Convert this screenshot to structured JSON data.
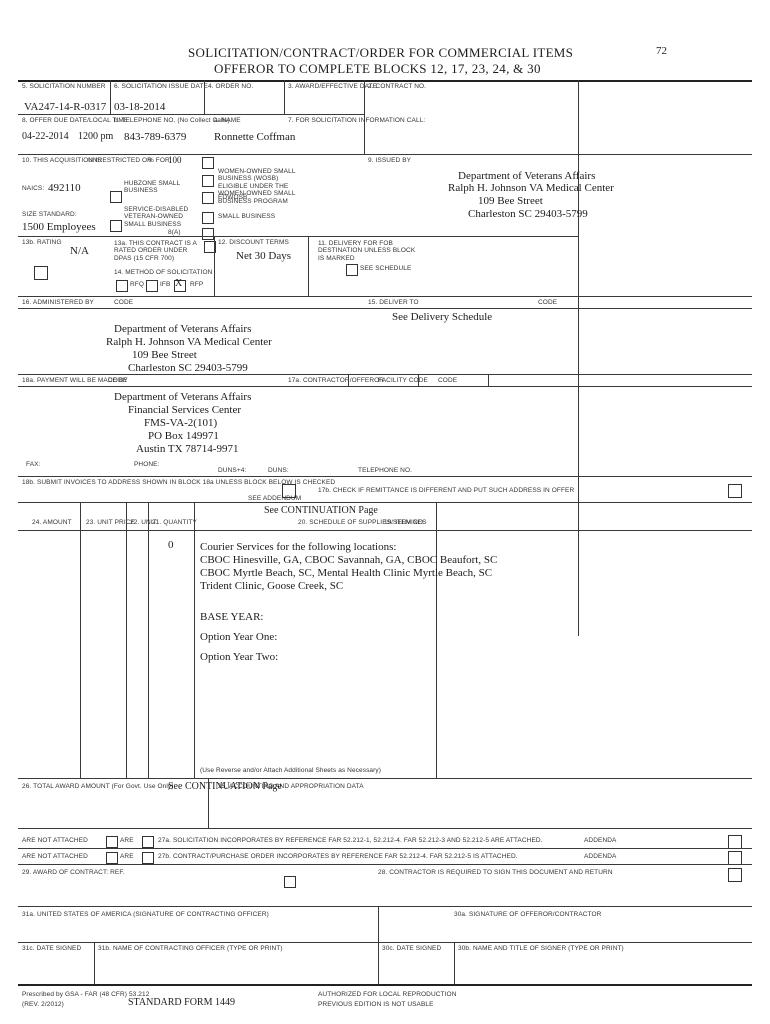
{
  "form": {
    "title": "SOLICITATION/CONTRACT/ORDER FOR COMMERCIAL ITEMS",
    "subtitle": "OFFEROR TO COMPLETE BLOCKS 12, 17, 23, 24, & 30",
    "page_of": "72",
    "footer_form": "STANDARD FORM 1449",
    "footer_rev": "(REV. 2/2012)",
    "footer_prescribed": "Prescribed by GSA - FAR (48 CFR) 53.212",
    "footer_auth": "AUTHORIZED FOR LOCAL REPRODUCTION",
    "footer_prev": "PREVIOUS EDITION IS NOT USABLE"
  },
  "labels": {
    "b2": "2. CONTRACT NO.",
    "b3": "3. AWARD/EFFECTIVE DATE",
    "b4": "4. ORDER NO.",
    "b5": "5. SOLICITATION NUMBER",
    "b6": "6. SOLICITATION ISSUE DATE",
    "b7": "7. FOR SOLICITATION INFORMATION CALL:",
    "b7a": "a. NAME",
    "b7b": "b. TELEPHONE NO. (No Collect Calls)",
    "b8": "8. OFFER DUE DATE/LOCAL TIME",
    "b9": "9. ISSUED BY",
    "b10": "10. THIS ACQUISITION IS",
    "b11": "11. DELIVERY FOR FOB DESTINATION UNLESS BLOCK IS MARKED",
    "b11s": "SEE SCHEDULE",
    "b12": "12. DISCOUNT TERMS",
    "b13a": "13a. THIS CONTRACT IS A RATED ORDER UNDER DPAS (15 CFR 700)",
    "b13b": "13b. RATING",
    "b14": "14. METHOD OF SOLICITATION",
    "b15": "15. DELIVER TO",
    "b16": "16. ADMINISTERED BY",
    "b17a": "17a. CONTRACTOR/OFFEROR",
    "b18a": "18a. PAYMENT WILL BE MADE BY",
    "b17b": "17b. CHECK IF REMITTANCE IS DIFFERENT AND PUT SUCH ADDRESS IN OFFER",
    "b18b": "18b. SUBMIT INVOICES TO ADDRESS SHOWN IN BLOCK 18a UNLESS BLOCK BELOW IS CHECKED",
    "b19": "19. ITEM NO.",
    "b20": "20. SCHEDULE OF SUPPLIES/SERVICES",
    "b21": "21. QUANTITY",
    "b22": "22. UNIT",
    "b23": "23. UNIT PRICE",
    "b24": "24. AMOUNT",
    "b25": "25. ACCOUNTING AND APPROPRIATION DATA",
    "b26": "26. TOTAL AWARD AMOUNT (For Govt. Use Only)",
    "b27a": "27a. SOLICITATION INCORPORATES BY REFERENCE FAR 52.212-1, 52.212-4. FAR 52.212-3 AND 52.212-5 ARE ATTACHED.",
    "b27b": "27b. CONTRACT/PURCHASE ORDER INCORPORATES BY REFERENCE FAR 52.212-4. FAR 52.212-5 IS ATTACHED.",
    "addenda": "ADDENDA",
    "are": "ARE",
    "are_not": "ARE NOT ATTACHED",
    "b28": "28. CONTRACTOR IS REQUIRED TO SIGN THIS DOCUMENT AND RETURN",
    "b29": "29. AWARD OF CONTRACT: REF.",
    "b30a": "30a. SIGNATURE OF OFFEROR/CONTRACTOR",
    "b31a": "31a. UNITED STATES OF AMERICA (SIGNATURE OF CONTRACTING OFFICER)",
    "b30b": "30b. NAME AND TITLE OF SIGNER (TYPE OR PRINT)",
    "b30c": "30c. DATE SIGNED",
    "b31b": "31b. NAME OF CONTRACTING OFFICER (TYPE OR PRINT)",
    "b31c": "31c. DATE SIGNED",
    "code": "CODE",
    "facility_code": "FACILITY CODE",
    "telephone": "TELEPHONE NO.",
    "duns": "DUNS:",
    "duns4": "DUNS+4:",
    "phone": "PHONE:",
    "fax": "FAX:",
    "see_addendum": "SEE ADDENDUM",
    "unrestricted": "UNRESTRICTED OR",
    "set_aside": "% FOR:",
    "set_aside_pct": "100",
    "naics": "NAICS:",
    "size_std": "SIZE STANDARD:",
    "small_business": "SMALL BUSINESS",
    "hubzone": "HUBZONE SMALL BUSINESS",
    "sdvosb": "SERVICE-DISABLED VETERAN-OWNED SMALL BUSINESS",
    "wosb": "WOMEN-OWNED SMALL BUSINESS (WOSB) ELIGIBLE UNDER THE WOMEN-OWNED SMALL BUSINESS PROGRAM",
    "edwosb": "EDWOSB",
    "eight_a": "8(A)",
    "rfq": "RFQ",
    "ifb": "IFB",
    "rfp": "RFP",
    "use_reverse": "(Use Reverse and/or Attach Additional Sheets as Necessary)",
    "cont_page": "See CONTINUATION Page",
    "cont_page_2": "See CONTINUATION Page"
  },
  "values": {
    "solicitation_number": "VA247-14-R-0317",
    "issue_date": "03-18-2014",
    "contact_name": "Ronnette Coffman",
    "contact_phone": "843-789-6379",
    "offer_due": "04-22-2014",
    "offer_time": "1200 pm",
    "naics": "492110",
    "size_standard": "1500 Employees",
    "discount": "Net 30 Days",
    "rating": "N/A",
    "method_mark": "X",
    "issued_by": [
      "Department of Veterans Affairs",
      "Ralph H. Johnson VA Medical Center",
      "109 Bee Street",
      "Charleston SC 29403-5799"
    ],
    "deliver_to": "See Delivery Schedule",
    "administered_by": [
      "Department of Veterans Affairs",
      "Ralph H. Johnson VA Medical Center",
      "109 Bee Street",
      "Charleston SC 29403-5799"
    ],
    "payment_by": [
      "Department of Veterans Affairs",
      "Financial Services Center",
      "FMS-VA-2(101)",
      "PO Box 149971",
      "Austin TX 78714-9971"
    ],
    "qty": "0",
    "schedule": [
      "Courier Services for the following locations:",
      "CBOC Hinesville, GA, CBOC Savannah, GA, CBOC Beaufort, SC",
      "CBOC Myrtle Beach, SC, Mental Health Clinic Myrtle Beach, SC",
      "Trident Clinic, Goose Creek, SC"
    ],
    "base_year": "BASE YEAR:",
    "option_one": "Option Year One:",
    "option_two": "Option Year Two:"
  }
}
